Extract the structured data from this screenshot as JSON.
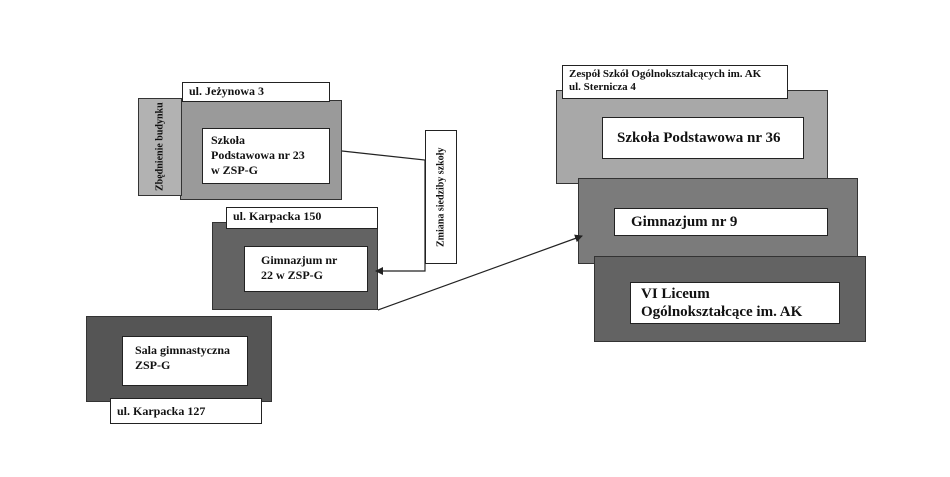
{
  "left": {
    "addr_jezynowa": "ul. Jeżynowa 3",
    "side_label": "Zbędnienie budynku",
    "sp23": [
      "Szkoła",
      "Podstawowa nr 23",
      "w ZSP-G"
    ],
    "addr_karpacka150": "ul. Karpacka 150",
    "gim22": [
      "Gimnazjum nr",
      "22 w ZSP-G"
    ],
    "move_label": "Zmiana siedziby szkoły",
    "gym": [
      "Sala gimnastyczna",
      "ZSP-G"
    ],
    "addr_karpacka127": "ul. Karpacka 127"
  },
  "right": {
    "header": [
      "Zespół Szkół Ogólnokształcących im. AK",
      "ul. Sternicza 4"
    ],
    "sp36": "Szkoła Podstawowa nr 36",
    "gim9": "Gimnazjum nr 9",
    "lo6": [
      "VI Liceum",
      "Ogólnokształcące im. AK"
    ]
  },
  "colors": {
    "slab_light": "#9a9a9a",
    "slab_mid": "#7b7b7b",
    "slab_dark": "#636363",
    "line": "#222222"
  }
}
